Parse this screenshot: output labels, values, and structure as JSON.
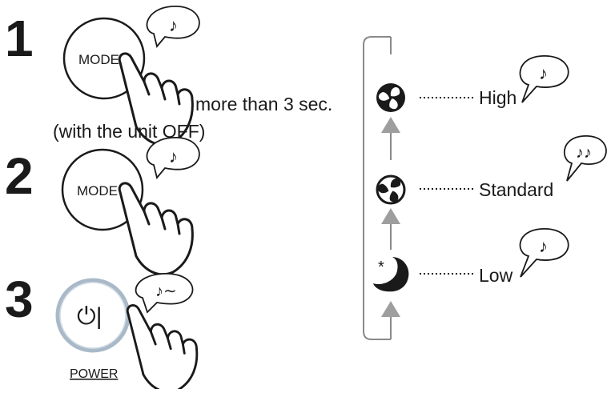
{
  "steps": {
    "step1": {
      "number": "1",
      "button_label": "MODE",
      "hold_text": "more than 3 sec.",
      "condition_text": "(with the unit OFF)",
      "sound": "♪"
    },
    "step2": {
      "number": "2",
      "button_label": "MODE",
      "sound": "♪"
    },
    "step3": {
      "number": "3",
      "button_symbol": "⏻|",
      "button_caption": "POWER",
      "sound": "♪∼"
    }
  },
  "levels": [
    {
      "label": "High",
      "icon": "fan-high-icon",
      "sound": "♪"
    },
    {
      "label": "Standard",
      "icon": "fan-standard-icon",
      "sound": "♪♪"
    },
    {
      "label": "Low",
      "icon": "moon-low-icon",
      "sound": "♪"
    }
  ],
  "colors": {
    "ink": "#1a1a1a",
    "arrow": "#9e9e9e",
    "bracket": "#8a8a8a",
    "power_ring": "#a9b9c8"
  }
}
